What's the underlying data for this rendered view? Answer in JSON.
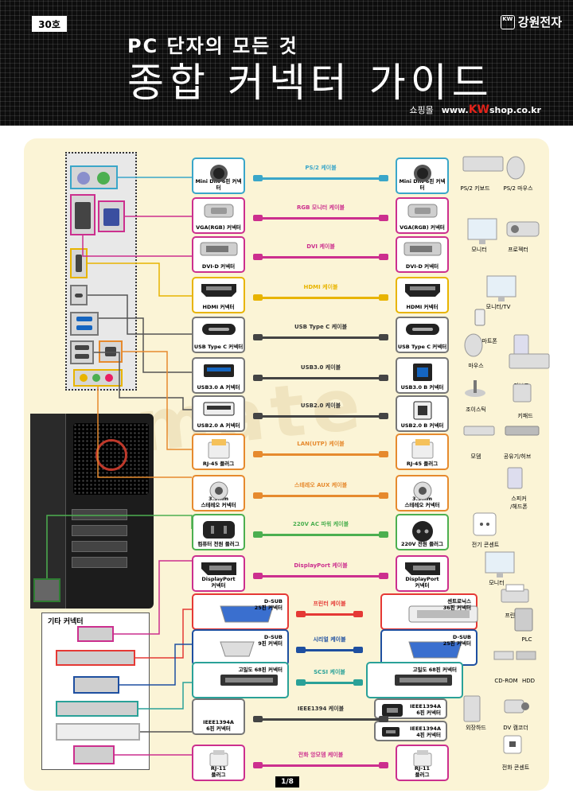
{
  "header": {
    "issue": "30호",
    "brand": "강원전자",
    "brand_logo": "KW",
    "subtitle": "PC 단자의 모든 것",
    "title": "종합 커넥터 가이드",
    "shop_label": "쇼핑몰",
    "shop_url_prefix": "www.",
    "shop_url_brand": "KW",
    "shop_url_suffix": "shop.co.kr"
  },
  "other_connectors_title": "기타 커넥터",
  "watermark": "mate",
  "page_number": "1/8",
  "rows": [
    {
      "left": "Mini DIN 6핀 커넥터",
      "cable": "PS/2 케이블",
      "right": "Mini DIN 6핀 커넥터",
      "color": "#3aa6c9",
      "cable_color": "#3aa6c9"
    },
    {
      "left": "VGA(RGB) 커넥터",
      "cable": "RGB 모니터 케이블",
      "right": "VGA(RGB) 커넥터",
      "color": "#cc2f8e",
      "cable_color": "#cc2f8e"
    },
    {
      "left": "DVI-D 커넥터",
      "cable": "DVI 케이블",
      "right": "DVI-D 커넥터",
      "color": "#cc2f8e",
      "cable_color": "#cc2f8e"
    },
    {
      "left": "HDMI 커넥터",
      "cable": "HDMI 케이블",
      "right": "HDMI 커넥터",
      "color": "#e8b400",
      "cable_color": "#e8b400"
    },
    {
      "left": "USB Type C 커넥터",
      "cable": "USB Type C 케이블",
      "right": "USB Type C 커넥터",
      "color": "#777777",
      "cable_color": "#444444"
    },
    {
      "left": "USB3.0 A 커넥터",
      "cable": "USB3.0 케이블",
      "right": "USB3.0 B 커넥터",
      "color": "#777777",
      "cable_color": "#444444"
    },
    {
      "left": "USB2.0 A 커넥터",
      "cable": "USB2.0 케이블",
      "right": "USB2.0 B 커넥터",
      "color": "#777777",
      "cable_color": "#444444"
    },
    {
      "left": "RJ-45 플러그",
      "cable": "LAN(UTP) 케이블",
      "right": "RJ-45 플러그",
      "color": "#e68a2e",
      "cable_color": "#e68a2e"
    },
    {
      "left": "3.5mm\n스테레오 커넥터",
      "cable": "스테레오 AUX 케이블",
      "right": "3.5mm\n스테레오 커넥터",
      "color": "#e68a2e",
      "cable_color": "#e68a2e"
    },
    {
      "left": "컴퓨터 전원 플러그",
      "cable": "220V AC 파워 케이블",
      "right": "220V 전원 플러그",
      "color": "#4caf50",
      "cable_color": "#4caf50"
    },
    {
      "left": "DisplayPort\n커넥터",
      "cable": "DisplayPort 케이블",
      "right": "DisplayPort\n커넥터",
      "color": "#cc2f8e",
      "cable_color": "#cc2f8e"
    },
    {
      "left": "D-SUB\n25핀 커넥터",
      "cable": "프린터 케이블",
      "right": "센트로닉스\n36핀 커넥터",
      "color": "#e53935",
      "cable_color": "#e53935"
    },
    {
      "left": "D-SUB\n9핀 커넥터",
      "cable": "시리얼 케이블",
      "right": "D-SUB\n25핀 커넥터",
      "color": "#1e4fa0",
      "cable_color": "#1e4fa0"
    },
    {
      "left": "고밀도 68핀 커넥터",
      "cable": "SCSI 케이블",
      "right": "고밀도 68핀 커넥터",
      "color": "#2aa198",
      "cable_color": "#2aa198"
    },
    {
      "left": "IEEE1394A\n6핀 커넥터",
      "cable": "IEEE1394 케이블",
      "right_top": "IEEE1394A\n6핀 커넥터",
      "right_bottom": "IEEE1394A\n4핀 커넥터",
      "color": "#777777",
      "cable_color": "#444444"
    },
    {
      "left": "RJ-11\n플러그",
      "cable": "전화 앙모뎀 케이블",
      "right": "RJ-11\n플러그",
      "color": "#cc2f8e",
      "cable_color": "#cc2f8e"
    }
  ],
  "devices": [
    {
      "label": "PS/2 키보드"
    },
    {
      "label": "PS/2 마우스"
    },
    {
      "label": "모니터"
    },
    {
      "label": "프로젝터"
    },
    {
      "label": "모니터/TV"
    },
    {
      "label": "스마트폰"
    },
    {
      "label": "마우스"
    },
    {
      "label": "스피커"
    },
    {
      "label": "키보드"
    },
    {
      "label": "조이스틱"
    },
    {
      "label": "키패드"
    },
    {
      "label": "모뎀"
    },
    {
      "label": "공유기/허브"
    },
    {
      "label": "스피커\n/헤드폰"
    },
    {
      "label": "전기 콘센트"
    },
    {
      "label": "모니터"
    },
    {
      "label": "프린터"
    },
    {
      "label": "PLC"
    },
    {
      "label": "CD-ROM"
    },
    {
      "label": "HDD"
    },
    {
      "label": "외장하드"
    },
    {
      "label": "DV 캠코더"
    },
    {
      "label": "전화 콘센트"
    }
  ]
}
